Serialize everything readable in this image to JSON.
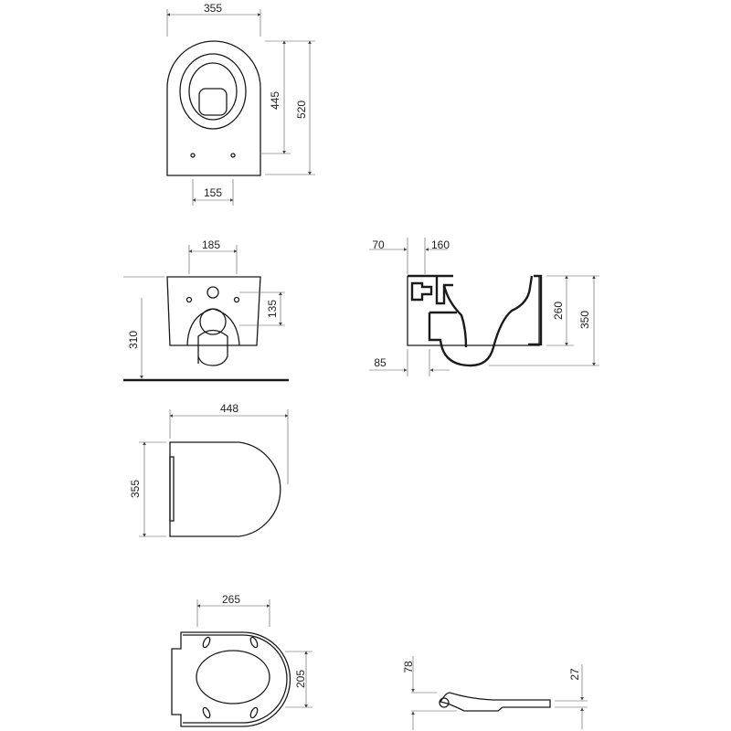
{
  "views": {
    "top_view": {
      "width": "355",
      "hole_spacing": "155",
      "bowl_length": "445",
      "total_length": "520"
    },
    "front_view": {
      "hole_spacing": "185",
      "height_from_floor": "310",
      "hole_height": "135"
    },
    "side_view": {
      "offset_a": "70",
      "offset_b": "160",
      "offset_c": "85",
      "rim_height": "260",
      "total_height": "350"
    },
    "seat_top_view": {
      "length": "448",
      "width": "355"
    },
    "seat_bottom_view": {
      "bumper_spacing": "265",
      "opening": "205"
    },
    "seat_side_view": {
      "hinge_height": "78",
      "seat_thickness": "27"
    }
  }
}
